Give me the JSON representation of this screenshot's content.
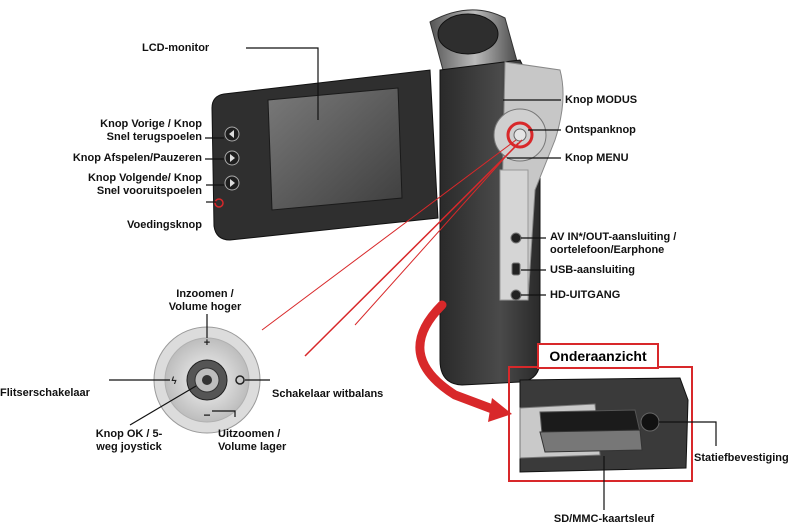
{
  "labels": {
    "lcd": "LCD-monitor",
    "prev_1": "Knop Vorige / Knop",
    "prev_2": "Snel terugspoelen",
    "play": "Knop Afspelen/Pauzeren",
    "next_1": "Knop Volgende/ Knop",
    "next_2": "Snel vooruitspoelen",
    "power": "Voedingsknop",
    "mode": "Knop MODUS",
    "shutter": "Ontspanknop",
    "menu": "Knop MENU",
    "av_1": "AV IN*/OUT-aansluiting /",
    "av_2": "oortelefoon/Earphone",
    "usb": "USB-aansluiting",
    "hd": "HD-UITGANG",
    "zoomin_1": "Inzoomen /",
    "zoomin_2": "Volume hoger",
    "flash": "Flitserschakelaar",
    "wb": "Schakelaar witbalans",
    "ok_1": "Knop OK / 5-",
    "ok_2": "weg joystick",
    "zoomout_1": "Uitzoomen /",
    "zoomout_2": "Volume lager",
    "bottom_view": "Onderaanzicht",
    "tripod": "Statiefbevestiging",
    "sd": "SD/MMC-kaartsleuf"
  },
  "colors": {
    "accent": "#d8282a",
    "body": "#3a3a3a",
    "silver": "#c9c9c9"
  }
}
